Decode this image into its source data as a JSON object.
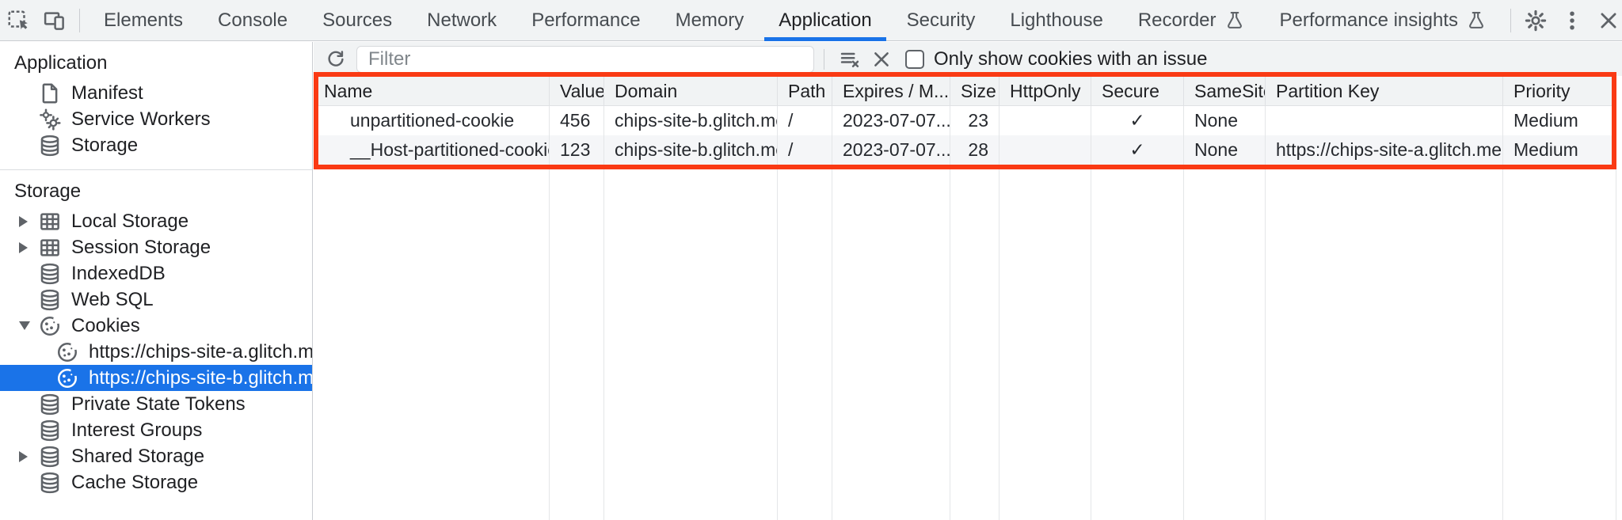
{
  "tabbar": {
    "tabs": [
      {
        "label": "Elements"
      },
      {
        "label": "Console"
      },
      {
        "label": "Sources"
      },
      {
        "label": "Network"
      },
      {
        "label": "Performance"
      },
      {
        "label": "Memory"
      },
      {
        "label": "Application",
        "selected": true
      },
      {
        "label": "Security"
      },
      {
        "label": "Lighthouse"
      },
      {
        "label": "Recorder",
        "experimental": true
      },
      {
        "label": "Performance insights",
        "experimental": true
      }
    ]
  },
  "sidebar": {
    "sections": [
      {
        "header": "Application",
        "items": [
          {
            "label": "Manifest",
            "icon": "document-icon"
          },
          {
            "label": "Service Workers",
            "icon": "gears-icon"
          },
          {
            "label": "Storage",
            "icon": "database-icon"
          }
        ]
      },
      {
        "header": "Storage",
        "items": [
          {
            "label": "Local Storage",
            "icon": "table-icon",
            "state": "collapsed"
          },
          {
            "label": "Session Storage",
            "icon": "table-icon",
            "state": "collapsed"
          },
          {
            "label": "IndexedDB",
            "icon": "database-icon"
          },
          {
            "label": "Web SQL",
            "icon": "database-icon"
          },
          {
            "label": "Cookies",
            "icon": "cookie-icon",
            "state": "expanded",
            "children": [
              {
                "label": "https://chips-site-a.glitch.me",
                "icon": "cookie-icon"
              },
              {
                "label": "https://chips-site-b.glitch.me",
                "icon": "cookie-icon",
                "selected": true
              }
            ]
          },
          {
            "label": "Private State Tokens",
            "icon": "database-icon"
          },
          {
            "label": "Interest Groups",
            "icon": "database-icon"
          },
          {
            "label": "Shared Storage",
            "icon": "database-icon",
            "state": "collapsed"
          },
          {
            "label": "Cache Storage",
            "icon": "database-icon"
          }
        ]
      }
    ]
  },
  "cookie_pane": {
    "filter_placeholder": "Filter",
    "issue_filter_label": "Only show cookies with an issue",
    "table": {
      "columns": [
        "Name",
        "Value",
        "Domain",
        "Path",
        "Expires / M...",
        "Size",
        "HttpOnly",
        "Secure",
        "SameSite",
        "Partition Key",
        "Priority"
      ],
      "rows": [
        {
          "cells": [
            "unpartitioned-cookie",
            "456",
            "chips-site-b.glitch.me",
            "/",
            "2023-07-07...",
            "23",
            "",
            "✓",
            "None",
            "",
            "Medium"
          ]
        },
        {
          "cells": [
            "__Host-partitioned-cookie",
            "123",
            "chips-site-b.glitch.me",
            "/",
            "2023-07-07...",
            "28",
            "",
            "✓",
            "None",
            "https://chips-site-a.glitch.me",
            "Medium"
          ]
        }
      ]
    }
  },
  "colors": {
    "accent": "#1a73e8",
    "annotation_red": "#fa3a14",
    "toolbar_bg": "#f1f3f4",
    "row_stripe": "#f5f6f8",
    "icon_gray": "#5f6368"
  },
  "icons": {
    "inspect": "cursor-in-dashed-box",
    "device_toolbar": "phone-and-monitor",
    "experimental": "flask",
    "settings": "gear",
    "more": "kebab-dots",
    "close": "x",
    "refresh": "circular-arrow",
    "clear_list": "lines-with-x",
    "delete_selected": "x",
    "issue_checkbox": "empty-checkbox"
  }
}
